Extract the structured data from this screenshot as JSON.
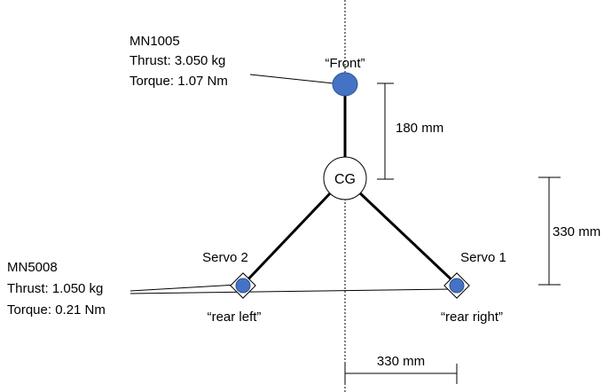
{
  "front_motor": {
    "model": "MN1005",
    "thrust": "Thrust: 3.050 kg",
    "torque": "Torque: 1.07 Nm",
    "position_label": "“Front”"
  },
  "rear_motors": {
    "model": "MN5008",
    "thrust": "Thrust: 1.050 kg",
    "torque": "Torque: 0.21 Nm"
  },
  "rear_left": {
    "servo_label": "Servo 2",
    "position_label": "“rear left”"
  },
  "rear_right": {
    "servo_label": "Servo 1",
    "position_label": "“rear right”"
  },
  "center": {
    "label": "CG"
  },
  "dimensions": {
    "front_arm": "180 mm",
    "rear_offset": "330 mm",
    "half_span": "330 mm"
  },
  "colors": {
    "motor_fill": "#4472C4",
    "motor_stroke": "#2F528F",
    "line": "#000000"
  }
}
